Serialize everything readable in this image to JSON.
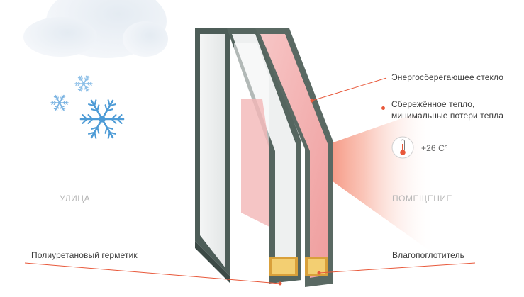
{
  "labels": {
    "outside": "УЛИЦА",
    "inside": "ПОМЕЩЕНИЕ",
    "energy_glass": "Энергосберегающее стекло",
    "heat_line1": "Сбережённое тепло,",
    "heat_line2": "минимальные потери тепла",
    "temperature": "+26 С°",
    "sealant": "Полиуретановый герметик",
    "desiccant": "Влагопоглотитель"
  },
  "icons": {
    "thermometer": "thermometer-icon",
    "snowflake": "snowflake-icon",
    "cloud": "cloud-icon"
  },
  "colors": {
    "accent": "#e8583a",
    "frame": "#4a5a55",
    "heat": "#f26a4f",
    "glass_tint": "#f3a8a8",
    "snow": "#5ea8dc",
    "desiccant": "#e8b23a"
  }
}
